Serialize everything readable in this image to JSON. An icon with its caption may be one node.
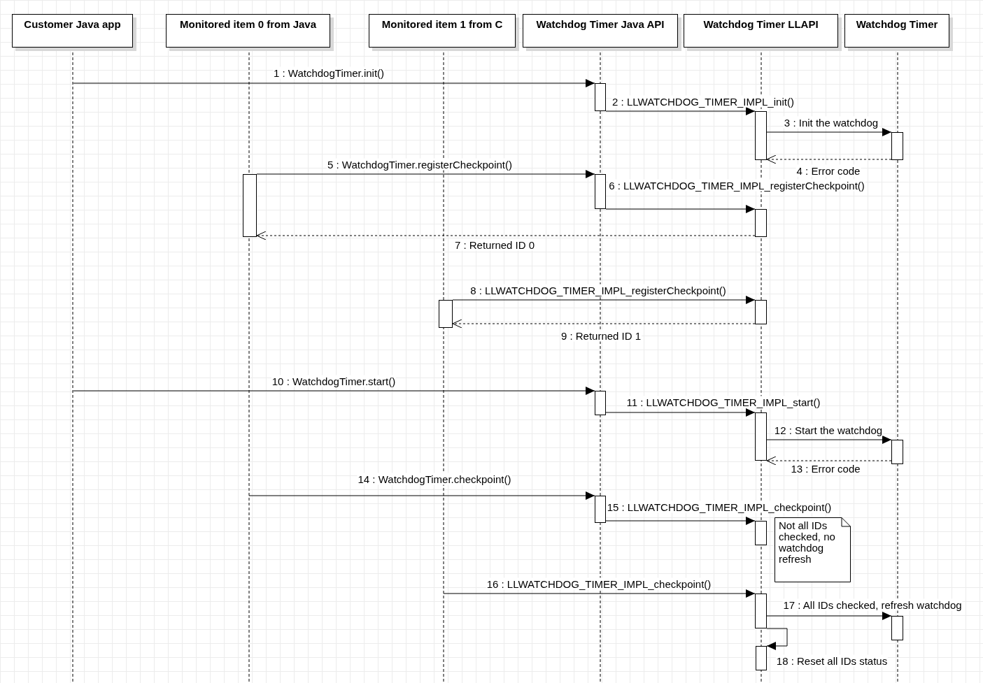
{
  "diagram": {
    "nodes": [
      {
        "text": [
          "Customer Java app"
        ]
      },
      {
        "text": [
          "Monitored item 0 from Java"
        ]
      },
      {
        "text": [
          "Monitored item 1 from C"
        ]
      },
      {
        "text": [
          "Watchdog Timer Java API"
        ]
      },
      {
        "text": [
          "Watchdog Timer LLAPI"
        ]
      },
      {
        "text": [
          "Watchdog Timer"
        ]
      },
      {
        "text": [],
        "shape": "bar"
      },
      {
        "text": [],
        "shape": "bar"
      },
      {
        "text": [],
        "shape": "bar"
      },
      {
        "text": [],
        "shape": "bar"
      },
      {
        "text": [],
        "shape": "bar"
      },
      {
        "text": [],
        "shape": "bar"
      },
      {
        "text": [],
        "shape": "bar"
      },
      {
        "text": [],
        "shape": "bar"
      },
      {
        "text": [],
        "shape": "bar"
      },
      {
        "text": [],
        "shape": "bar"
      },
      {
        "text": [],
        "shape": "bar"
      },
      {
        "text": [],
        "shape": "bar"
      },
      {
        "text": [],
        "shape": "bar"
      },
      {
        "text": [
          "Not all IDs checked, no watchdog refresh"
        ]
      },
      {
        "text": [],
        "shape": "bar"
      },
      {
        "text": [],
        "shape": "bar"
      },
      {
        "text": [],
        "shape": "bar"
      }
    ],
    "edges": [
      {
        "from": null,
        "to": 6,
        "arrow": "to",
        "label": "1 : WatchdogTimer.init()"
      },
      {
        "from": 6,
        "to": 7,
        "arrow": "to",
        "label": "2 : LLWATCHDOG_TIMER_IMPL_init()"
      },
      {
        "from": 7,
        "to": 8,
        "arrow": "to",
        "label": "3 : Init the watchdog"
      },
      {
        "from": 8,
        "to": 7,
        "arrow": "to",
        "label": "4 : Error code",
        "style": "dashed"
      },
      {
        "from": 9,
        "to": 10,
        "arrow": "to",
        "label": "5 : WatchdogTimer.registerCheckpoint()"
      },
      {
        "from": 10,
        "to": 11,
        "arrow": "to",
        "label": "6 : LLWATCHDOG_TIMER_IMPL_registerCheckpoint()"
      },
      {
        "from": 11,
        "to": 9,
        "arrow": "to",
        "label": "7 : Returned ID 0",
        "style": "dashed"
      },
      {
        "from": 12,
        "to": 13,
        "arrow": "to",
        "label": "8 : LLWATCHDOG_TIMER_IMPL_registerCheckpoint()"
      },
      {
        "from": 13,
        "to": 12,
        "arrow": "to",
        "label": "9 : Returned ID 1",
        "style": "dashed"
      },
      {
        "from": null,
        "to": 14,
        "arrow": "to",
        "label": "10 : WatchdogTimer.start()"
      },
      {
        "from": 14,
        "to": 15,
        "arrow": "to",
        "label": "11 : LLWATCHDOG_TIMER_IMPL_start()"
      },
      {
        "from": 15,
        "to": 16,
        "arrow": "to",
        "label": "12 : Start the watchdog"
      },
      {
        "from": 16,
        "to": 15,
        "arrow": "to",
        "label": "13 : Error code",
        "style": "dashed"
      },
      {
        "from": null,
        "to": 17,
        "arrow": "to",
        "label": "14 : WatchdogTimer.checkpoint()"
      },
      {
        "from": 17,
        "to": 18,
        "arrow": "to",
        "label": "15 : LLWATCHDOG_TIMER_IMPL_checkpoint()"
      },
      {
        "from": null,
        "to": 20,
        "arrow": "to",
        "label": "16 : LLWATCHDOG_TIMER_IMPL_checkpoint()"
      },
      {
        "from": 20,
        "to": 21,
        "arrow": "to",
        "label": "17 : All IDs checked, refresh watchdog"
      },
      {
        "from": 20,
        "to": 22,
        "arrow": "to",
        "label": "18 : Reset all IDs status"
      }
    ]
  }
}
